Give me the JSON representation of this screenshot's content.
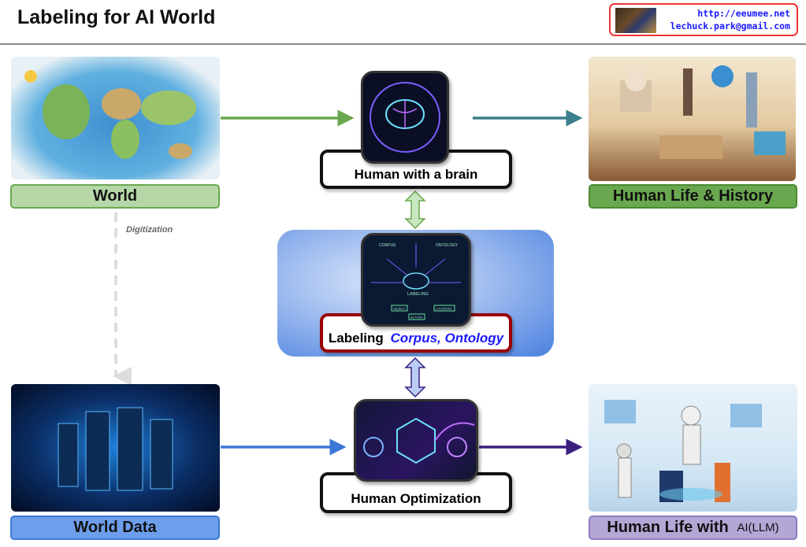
{
  "title": "Labeling for AI World",
  "contact": {
    "url": "http://eeumee.net",
    "email": "lechuck.park@gmail.com"
  },
  "nodes": {
    "world": "World",
    "brain": "Human with a brain",
    "history": "Human Life & History",
    "labeling_prefix": "Labeling ",
    "labeling_emph": "Corpus, Ontology",
    "world_data": "World Data",
    "optimization": "Human Optimization",
    "ai_life_prefix": "Human Life with ",
    "ai_life_suffix": "AI(LLM)"
  },
  "digitization": "Digitization",
  "image_text": {
    "corpus": "CORPUS",
    "ontology": "ONTOLOGY",
    "labeling": "LABELING",
    "object": "OBJECT",
    "action": "ACTION",
    "location": "LOCATION"
  },
  "colors": {
    "green": "#6aa84f",
    "lightgreen": "#b6d7a8",
    "blue": "#6d9eeb",
    "lavender": "#b4a7d6",
    "red": "#990000"
  }
}
